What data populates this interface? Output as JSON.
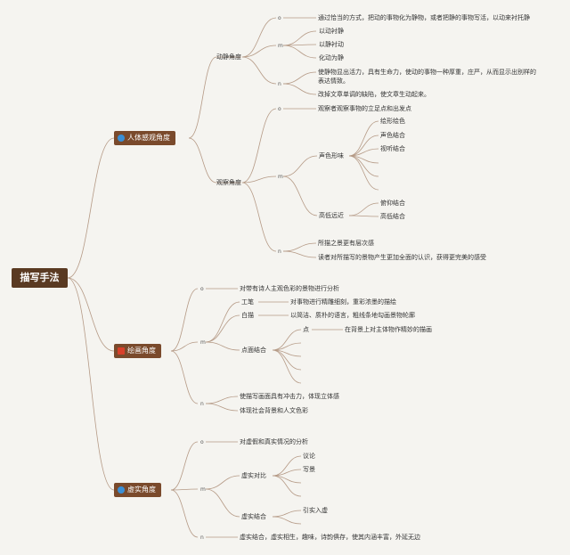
{
  "root": "描写手法",
  "colors": {
    "line": "#b59a86",
    "topic_bg": "#7a4a2c",
    "root_bg": "#5a3a22",
    "icon_person": "#3a8fd6",
    "icon_paint": "#d8402a",
    "icon_real": "#3a8fd6"
  },
  "topic1": {
    "title": "人体感观角度",
    "icon": "person-icon",
    "dongjing": {
      "label": "动静角度",
      "o": "o",
      "o_text": "通过恰当的方式，把动的事物化为静物，或者把静的事物写活，以动来衬托静",
      "m": "m",
      "m_items": [
        "以动衬静",
        "以静衬动",
        "化动为静"
      ],
      "n": "n",
      "n_text1": "使静物显出活力，具有生命力，使动的事物一种厚重，庄严，从而显示出别样的",
      "n_text2": "表达情致。",
      "n_text3": "改掉文章单调的缺陷，使文章生动起来。"
    },
    "guancha": {
      "label": "观察角度",
      "o": "o",
      "o_text": "观察者观察事物的立足点和出发点",
      "m": "m",
      "shengse": "声色形味",
      "shengse_items": [
        "绘形绘色",
        "声色结合",
        "视听结合"
      ],
      "gaodi": "高低远近",
      "gaodi_items": [
        "俯仰结合",
        "高低结合"
      ],
      "n": "n",
      "n_text1": "所描之景更有层次感",
      "n_text2": "读者对所描写的景物产生更加全面的认识，获得更完美的感受"
    }
  },
  "topic2": {
    "title": "绘画角度",
    "icon": "paint-icon",
    "o": "o",
    "o_text": "对带有诗人主观色彩的景物进行分析",
    "m": "m",
    "gongbi": "工笔",
    "gongbi_text": "对事物进行精雕细刻，重彩浓墨的描绘",
    "baimiao": "白描",
    "baimiao_text": "以简洁、质朴的语言，粗线条地勾画景物轮廓",
    "dianmian": "点面结合",
    "dian": "点",
    "dian_text": "在背景上对主体物作精妙的描画",
    "n": "n",
    "n_text1": "使描写画面具有冲击力，体现立体感",
    "n_text2": "体现社会背景和人文色彩"
  },
  "topic3": {
    "title": "虚实角度",
    "icon": "building-icon",
    "o": "o",
    "o_text": "对虚假和真实情况的分析",
    "m": "m",
    "xushiduibi": "虚实对比",
    "duibi_items": [
      "议论",
      "写景"
    ],
    "xushijiehe": "虚实结合",
    "jiehe_items": [
      "引实入虚"
    ],
    "n": "n",
    "n_text": "虚实结合，虚实相生，趣味，诗韵俱存，使其内涵丰富，外延无边"
  }
}
